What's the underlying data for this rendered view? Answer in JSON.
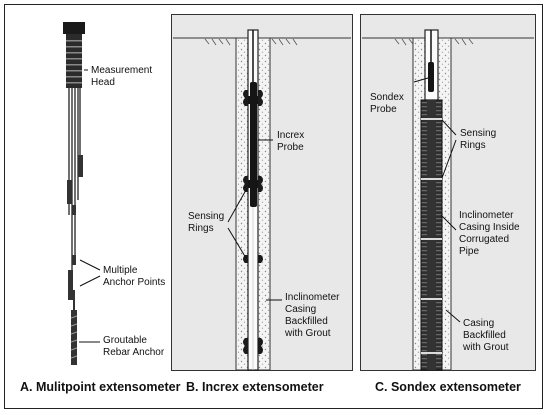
{
  "panels": {
    "a": {
      "caption": "A. Mulitpoint extensometer",
      "labels": {
        "measurement_head": "Measurement\nHead",
        "anchor_points": "Multiple\nAnchor Points",
        "rebar_anchor": "Groutable\nRebar Anchor"
      }
    },
    "b": {
      "caption": "B. Increx extensometer",
      "labels": {
        "probe": "Increx\nProbe",
        "rings": "Sensing\nRings",
        "casing": "Inclinometer\nCasing\nBackfilled\nwith Grout"
      }
    },
    "c": {
      "caption": "C. Sondex extensometer",
      "labels": {
        "probe": "Sondex\nProbe",
        "rings": "Sensing\nRings",
        "casing": "Inclinometer\nCasing Inside\nCorrugated\nPipe",
        "grout": "Casing\nBackfilled\nwith Grout"
      }
    }
  },
  "colors": {
    "ground": "#e8e8e8",
    "grout": "#f4f4f4",
    "ink": "#111111",
    "pipe": "#2a2a2a"
  }
}
